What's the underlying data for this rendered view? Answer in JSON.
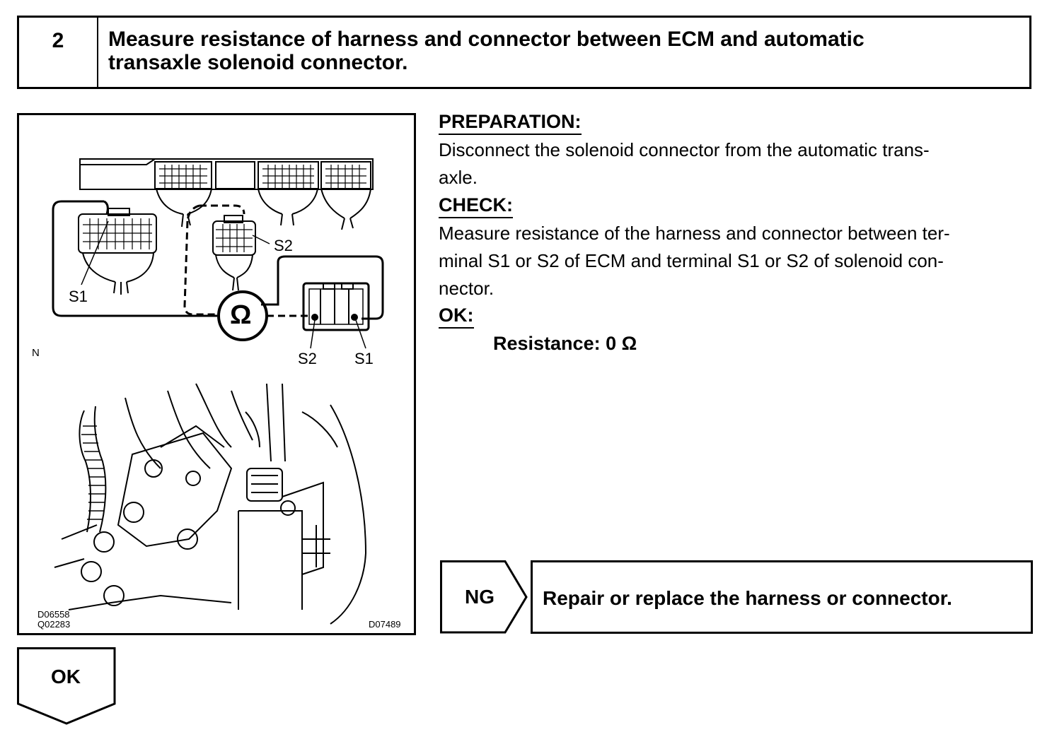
{
  "step": {
    "number": "2",
    "title_line1": "Measure resistance of harness and connector between ECM and automatic",
    "title_line2": "transaxle solenoid connector."
  },
  "figure": {
    "labels": {
      "s1_ecm": "S1",
      "s2_ecm": "S2",
      "s2_sol": "S2",
      "s1_sol": "S1",
      "ohm": "Ω",
      "n": "N"
    },
    "codes": {
      "code1": "D06558",
      "code2": "Q02283",
      "code3": "D07489"
    }
  },
  "preparation": {
    "heading": "PREPARATION:",
    "line1": "Disconnect the solenoid connector from the automatic trans-",
    "line2": "axle."
  },
  "check": {
    "heading": "CHECK:",
    "line1": "Measure resistance of the harness and connector between ter-",
    "line2": "minal S1 or S2 of ECM and terminal S1 or S2 of solenoid con-",
    "line3": "nector."
  },
  "ok": {
    "heading": "OK:",
    "spec": "Resistance: 0 Ω"
  },
  "ng_result": {
    "label": "NG",
    "text": "Repair or replace the harness or connector."
  },
  "ok_result": {
    "label": "OK"
  }
}
